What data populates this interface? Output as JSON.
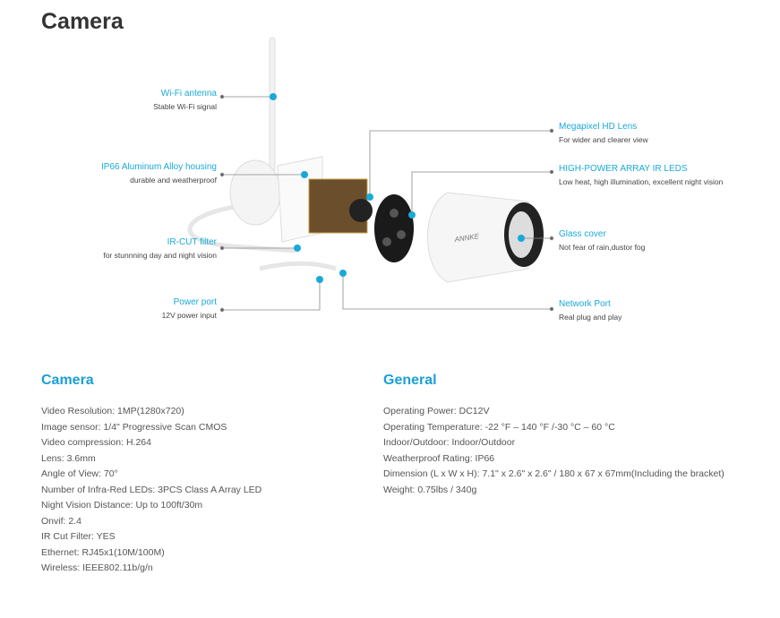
{
  "title": "Camera",
  "callouts_left": [
    {
      "title": "Wi-Fi antenna",
      "desc": "Stable Wi-Fi signal"
    },
    {
      "title": "IP66 Aluminum Alloy housing",
      "desc": "durable and weatherproof"
    },
    {
      "title": "IR-CUT filter",
      "desc": "for stunnning day and night vision"
    },
    {
      "title": "Power port",
      "desc": "12V power input"
    }
  ],
  "callouts_right": [
    {
      "title": "Megapixel HD Lens",
      "desc": "For wider and clearer view"
    },
    {
      "title": "HIGH-POWER ARRAY IR LEDS",
      "desc": "Low heat, high illumination, excellent night vision"
    },
    {
      "title": "Glass cover",
      "desc": "Not fear of rain,dustor fog"
    },
    {
      "title": "Network Port",
      "desc": "Real plug and play"
    }
  ],
  "brand_logo": "ANNKE",
  "camera_specs": {
    "heading": "Camera",
    "rows": [
      "Video Resolution: 1MP(1280x720)",
      "Image sensor: 1/4\" Progressive Scan CMOS",
      "Video compression: H.264",
      "Lens: 3.6mm",
      "Angle of View: 70°",
      "Number of Infra-Red LEDs: 3PCS Class A Array LED",
      "Night Vision Distance: Up to 100ft/30m",
      "Onvif: 2.4",
      "IR Cut Filter: YES",
      "Ethernet: RJ45x1(10M/100M)",
      "Wireless: IEEE802.11b/g/n"
    ]
  },
  "general_specs": {
    "heading": "General",
    "rows": [
      "Operating Power: DC12V",
      "Operating Temperature: -22 °F – 140 °F /-30 °C – 60 °C",
      "Indoor/Outdoor: Indoor/Outdoor",
      "Weatherproof Rating: IP66",
      "Dimension (L x W x H): 7.1\" x 2.6\" x 2.6\" / 180 x 67 x 67mm(Including the bracket)",
      "Weight: 0.75lbs / 340g"
    ]
  },
  "colors": {
    "accent": "#19a9d8",
    "text": "#555555"
  }
}
